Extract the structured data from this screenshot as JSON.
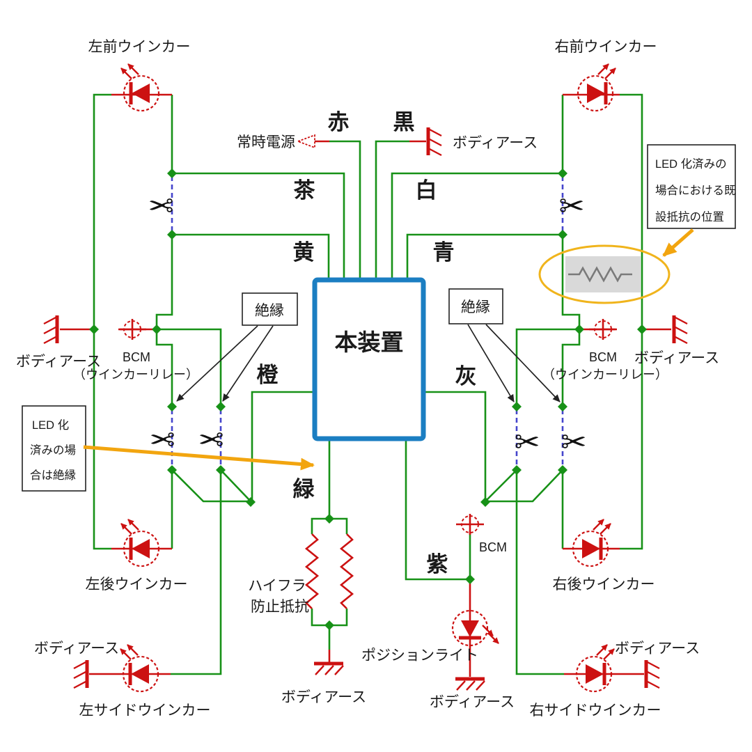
{
  "device": {
    "label": "本装置"
  },
  "wire_labels": {
    "red": "赤",
    "black": "黒",
    "brown": "茶",
    "white": "白",
    "yellow": "黄",
    "blue": "青",
    "orange": "橙",
    "gray": "灰",
    "green": "緑",
    "purple": "紫"
  },
  "labels": {
    "power": "常時電源",
    "body_earth": "ボディアース",
    "bcm": "BCM",
    "winker_relay": "（ウインカーリレー）",
    "insulation": "絶縁",
    "left_front": "左前ウインカー",
    "right_front": "右前ウインカー",
    "left_rear": "左後ウインカー",
    "right_rear": "右後ウインカー",
    "left_side": "左サイドウインカー",
    "right_side": "右サイドウインカー",
    "position_light": "ポジションライト",
    "hifla_line1": "ハイフラ",
    "hifla_line2": "防止抵抗"
  },
  "notes": {
    "left": {
      "line1": "LED 化",
      "line2": "済みの場",
      "line3": "合は絶縁"
    },
    "right": {
      "line1": "LED 化済みの",
      "line2": "場合における既",
      "line3": "設抵抗の位置"
    }
  },
  "icons": {
    "scissors": "✂"
  },
  "colors": {
    "wire_green": "#179117",
    "wire_red": "#cc1111",
    "cut_blue": "#4545cc",
    "device_blue": "#1b7ec2",
    "highlight_orange": "#f2a50f",
    "ellipse_orange": "#f0b41c",
    "resistor_gray": "#7a7a7a",
    "shade_gray": "#d9d9d9",
    "text_black": "#1a1a1a"
  }
}
